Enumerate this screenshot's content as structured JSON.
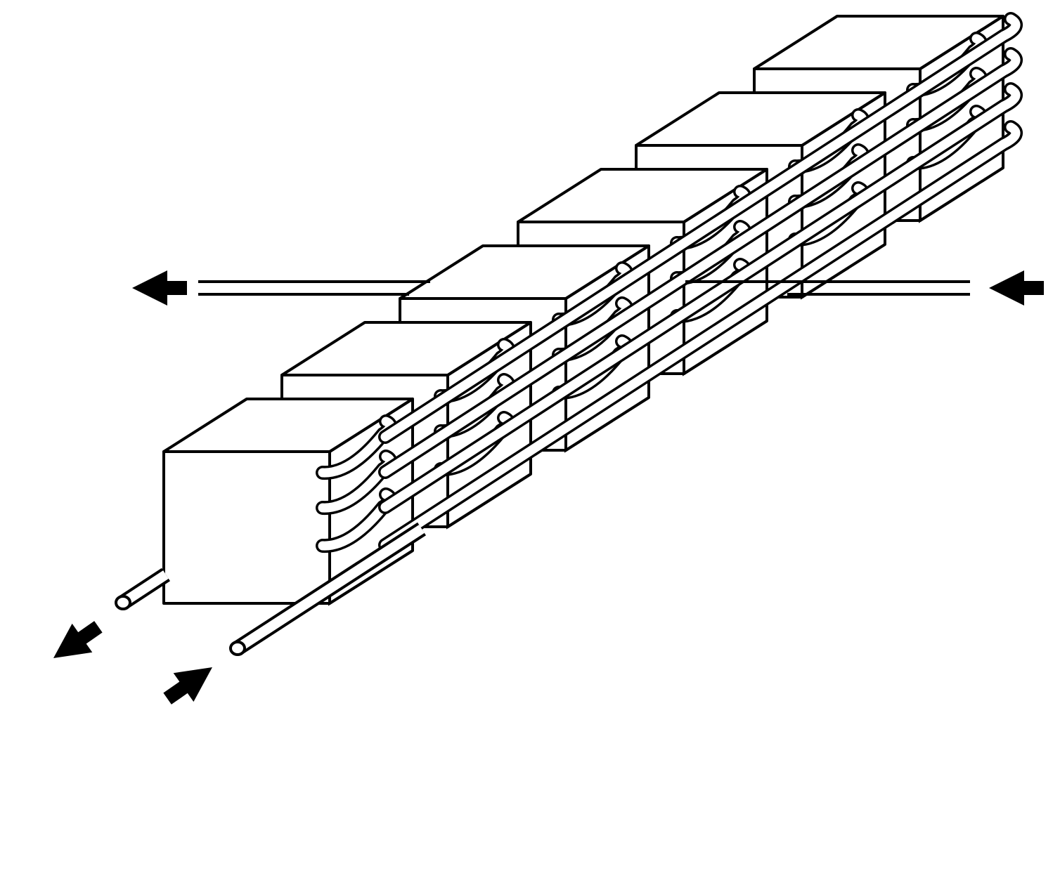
{
  "diagram": {
    "stroke_color": "#000000",
    "fill_color": "#ffffff",
    "block_count": 6,
    "pipe_lanes": 4,
    "arrows": [
      {
        "name": "outlet-top-left",
        "direction": "left"
      },
      {
        "name": "inlet-top-right",
        "direction": "left"
      },
      {
        "name": "outlet-bottom-left",
        "direction": "down-left"
      },
      {
        "name": "inlet-bottom",
        "direction": "up-right"
      }
    ]
  }
}
